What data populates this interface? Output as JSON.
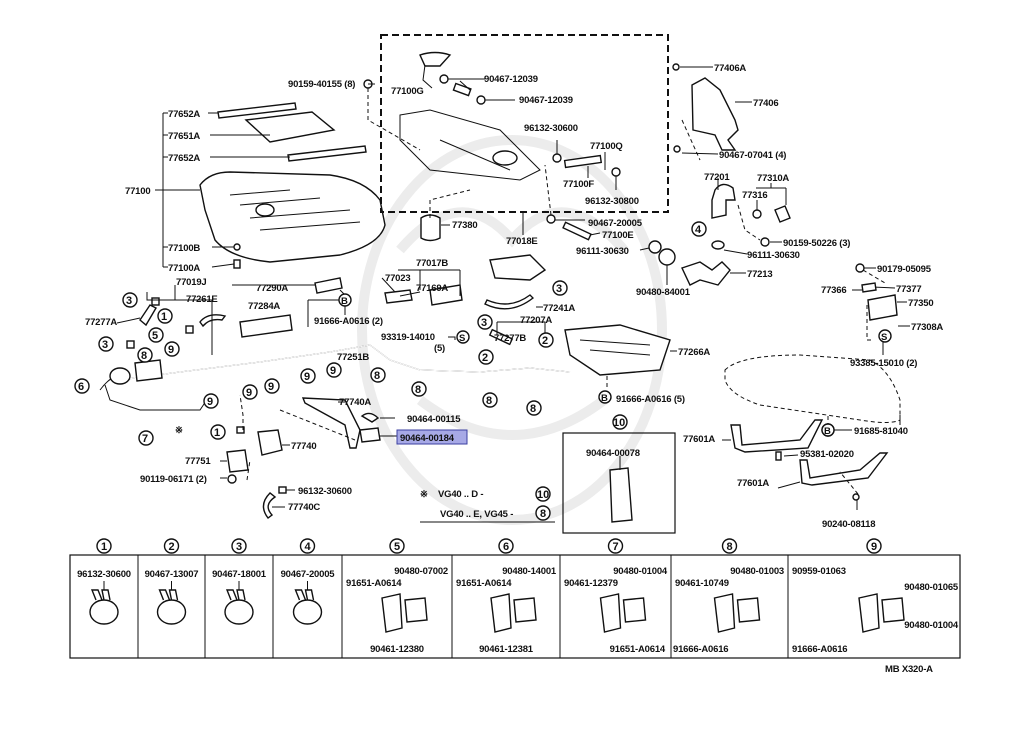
{
  "diagram": {
    "figure_code": "MB X320-A",
    "highlight_color": "#a7a9e6",
    "highlighted_part": "90464-00184",
    "labels": {
      "p90159_40155": "90159-40155 (8)",
      "p77652A_top": "77652A",
      "p77651A": "77651A",
      "p77652A_bot": "77652A",
      "p77100": "77100",
      "p77100B": "77100B",
      "p77100A": "77100A",
      "p90467_12039_a": "90467-12039",
      "p77100G": "77100G",
      "p90467_12039_b": "90467-12039",
      "p96132_30600_top": "96132-30600",
      "p77100Q": "77100Q",
      "p77100F": "77100F",
      "p96132_30800": "96132-30800",
      "p77380": "77380",
      "p77018E": "77018E",
      "p90467_20005": "90467-20005",
      "p77100E": "77100E",
      "p96111_30630_a": "96111-30630",
      "p90480_84001": "90480-84001",
      "p77406A": "77406A",
      "p77406": "77406",
      "p90467_07041": "90467-07041 (4)",
      "p77201": "77201",
      "p77310A": "77310A",
      "p77316": "77316",
      "p90159_50226": "90159-50226 (3)",
      "p96111_30630_b": "96111-30630",
      "p77213": "77213",
      "p90179_05095": "90179-05095",
      "p77366": "77366",
      "p77377": "77377",
      "p77350": "77350",
      "p77308A": "77308A",
      "p93385_15010": "93385-15010 (2)",
      "p77019J": "77019J",
      "p77261E": "77261E",
      "p77277A": "77277A",
      "p77290A": "77290A",
      "p77284A": "77284A",
      "p91666_A0616_2": "91666-A0616 (2)",
      "p77017B": "77017B",
      "p77023": "77023",
      "p77169A": "77169A",
      "p77241A": "77241A",
      "p93319_14010": "93319-14010",
      "p93319_qty": "(5)",
      "p77251B": "77251B",
      "p77207A": "77207A",
      "p77277B": "77277B",
      "p77266A": "77266A",
      "p91666_A0616_5": "91666-A0616 (5)",
      "p77740A": "77740A",
      "p90464_00115": "90464-00115",
      "p90464_00184": "90464-00184",
      "p77740": "77740",
      "p77751": "77751",
      "p90119_06171": "90119-06171 (2)",
      "p96132_30600_bot": "96132-30600",
      "p77740C": "77740C",
      "p91685_81040": "91685-81040",
      "p77601A_a": "77601A",
      "p95381_02020": "95381-02020",
      "p77601A_b": "77601A",
      "p90240_08118": "90240-08118",
      "p90464_00078": "90464-00078"
    },
    "legend": {
      "star": "※",
      "row1": "VG40 .. D -",
      "row1_ref": "10",
      "row2": "VG40 .. E, VG45 -",
      "row2_ref": "8"
    },
    "callouts": {
      "b": "B",
      "s": "S",
      "c1": "1",
      "c2": "2",
      "c3": "3",
      "c4": "4",
      "c5": "5",
      "c6": "6",
      "c7": "7",
      "c8": "8",
      "c9": "9",
      "c10": "10"
    },
    "clip_table": [
      {
        "ref": "1",
        "parts": [
          "96132-30600"
        ]
      },
      {
        "ref": "2",
        "parts": [
          "90467-13007"
        ]
      },
      {
        "ref": "3",
        "parts": [
          "90467-18001"
        ]
      },
      {
        "ref": "4",
        "parts": [
          "90467-20005"
        ]
      },
      {
        "ref": "5",
        "parts": [
          "90480-07002",
          "91651-A0614",
          "90461-12380"
        ]
      },
      {
        "ref": "6",
        "parts": [
          "90480-14001",
          "91651-A0614",
          "90461-12381"
        ]
      },
      {
        "ref": "7",
        "parts": [
          "90480-01004",
          "90461-12379",
          "91651-A0614"
        ]
      },
      {
        "ref": "8",
        "parts": [
          "90480-01003",
          "90461-10749",
          "91666-A0616"
        ]
      },
      {
        "ref": "9",
        "parts": [
          "90959-01063",
          "90480-01065",
          "90480-01004",
          "91666-A0616"
        ]
      }
    ]
  }
}
